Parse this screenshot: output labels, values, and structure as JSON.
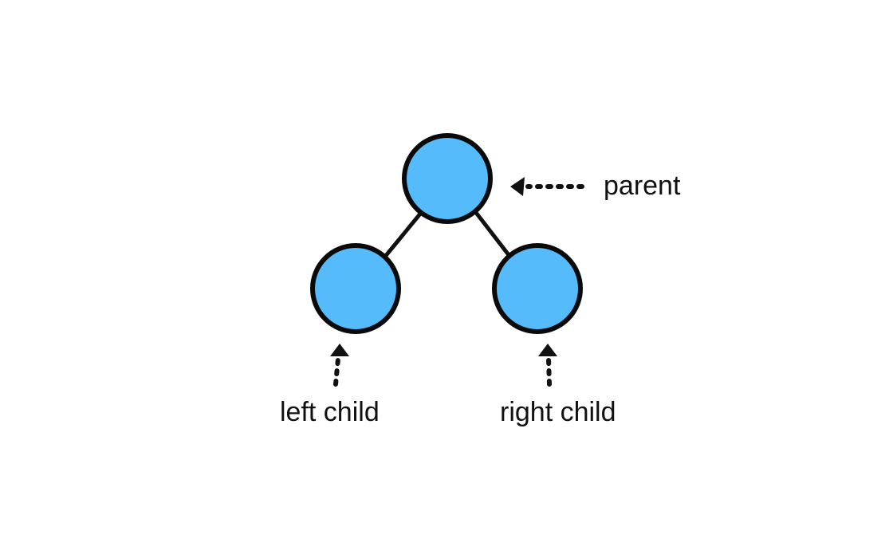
{
  "labels": {
    "parent": "parent",
    "left_child": "left child",
    "right_child": "right child"
  },
  "colors": {
    "node_fill": "#55BBFA",
    "node_stroke": "#0a0a0a",
    "edge": "#111111",
    "arrow": "#111111",
    "text": "#111111",
    "background": "#ffffff"
  }
}
